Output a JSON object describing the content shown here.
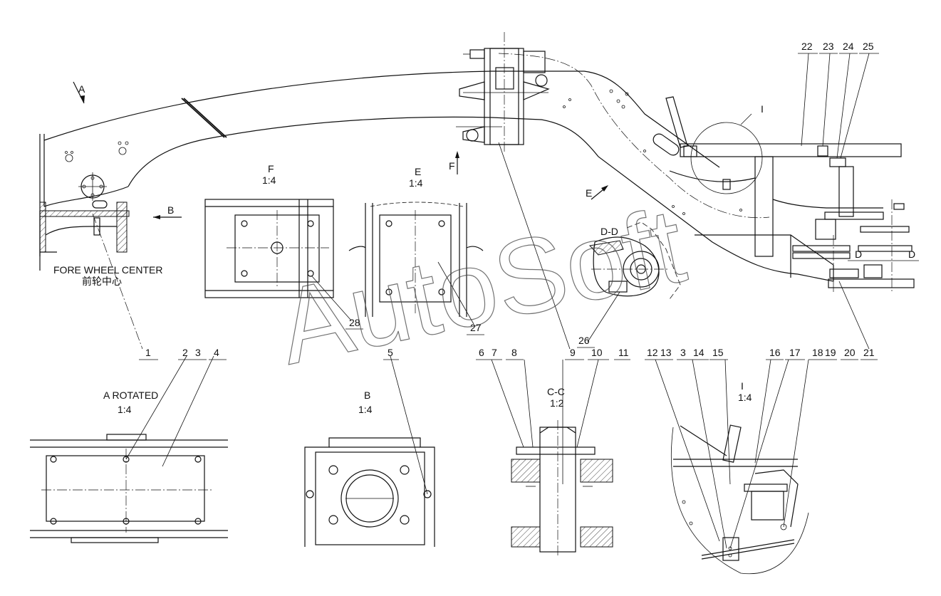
{
  "watermark": "AutoSoft",
  "labels": {
    "fore_wheel_center": "FORE WHEEL CENTER",
    "fore_wheel_center_cn": "前轮中心",
    "view_a": "A",
    "view_b": "B",
    "view_e": "E",
    "view_f": "F",
    "detail_i": "I",
    "section_d": "D-D",
    "d_left": "D",
    "d_right": "D"
  },
  "views": {
    "f": {
      "title": "F",
      "scale": "1:4"
    },
    "e": {
      "title": "E",
      "scale": "1:4"
    },
    "a_rotated": {
      "title": "A ROTATED",
      "scale": "1:4"
    },
    "b": {
      "title": "B",
      "scale": "1:4"
    },
    "cc": {
      "title": "C-C",
      "scale": "1:2"
    },
    "i": {
      "title": "I",
      "scale": "1:4"
    }
  },
  "parts": {
    "p1": "1",
    "p2": "2",
    "p3": "3",
    "p4": "4",
    "p5": "5",
    "p6": "6",
    "p7": "7",
    "p8": "8",
    "p9": "9",
    "p10": "10",
    "p11": "11",
    "p12": "12",
    "p13": "13",
    "p3b": "3",
    "p14": "14",
    "p15": "15",
    "p16": "16",
    "p17": "17",
    "p18": "18",
    "p19": "19",
    "p20": "20",
    "p21": "21",
    "p22": "22",
    "p23": "23",
    "p24": "24",
    "p25": "25",
    "p26": "26",
    "p27": "27",
    "p28": "28"
  }
}
